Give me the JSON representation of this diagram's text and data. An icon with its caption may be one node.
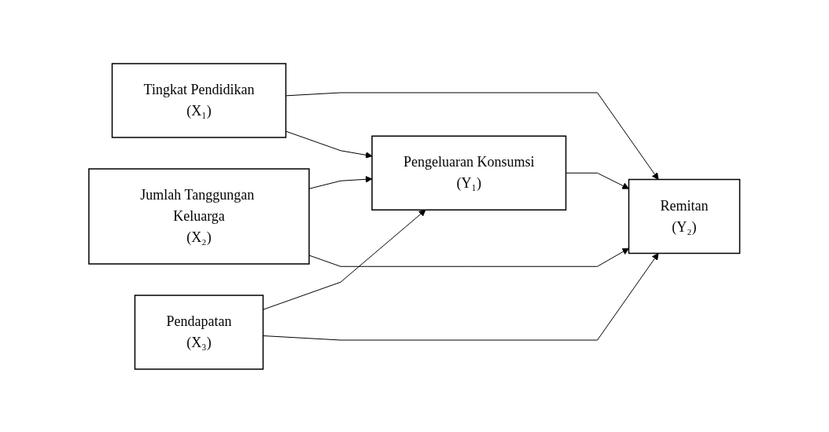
{
  "diagram": {
    "nodes": [
      {
        "text": [
          "Tingkat Pendidikan",
          "(X₁)"
        ]
      },
      {
        "text": [
          "Jumlah Tanggungan Keluarga",
          "(X₂)"
        ]
      },
      {
        "text": [
          "Pendapatan",
          "(X₃)"
        ]
      },
      {
        "text": [
          "Pengeluaran Konsumsi",
          "(Y₁)"
        ]
      },
      {
        "text": [
          "Remitan",
          "(Y₂)"
        ]
      }
    ],
    "edges": [
      {
        "from": 0,
        "to": 4,
        "arrow": "to"
      },
      {
        "from": 0,
        "to": 3,
        "arrow": "to"
      },
      {
        "from": 1,
        "to": 3,
        "arrow": "to"
      },
      {
        "from": 1,
        "to": 4,
        "arrow": "to"
      },
      {
        "from": 2,
        "to": 3,
        "arrow": "to"
      },
      {
        "from": 2,
        "to": 4,
        "arrow": "to"
      },
      {
        "from": 3,
        "to": 4,
        "arrow": "to"
      }
    ]
  }
}
